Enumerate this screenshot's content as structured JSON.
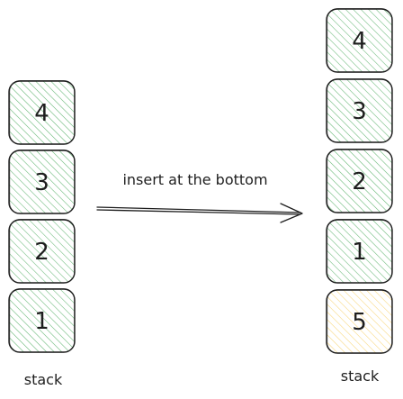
{
  "colors": {
    "stroke": "#1e1e1e",
    "green_fill": "#b2f2bb",
    "green_hatch": "#2f9e44",
    "yellow_fill": "#fff3bf",
    "yellow_hatch": "#f08c00"
  },
  "left_stack": {
    "label": "stack",
    "cells": [
      "4",
      "3",
      "2",
      "1"
    ]
  },
  "arrow": {
    "label": "insert at the bottom"
  },
  "right_stack": {
    "label": "stack",
    "cells": [
      "4",
      "3",
      "2",
      "1",
      "5"
    ],
    "highlight_value": "5"
  }
}
